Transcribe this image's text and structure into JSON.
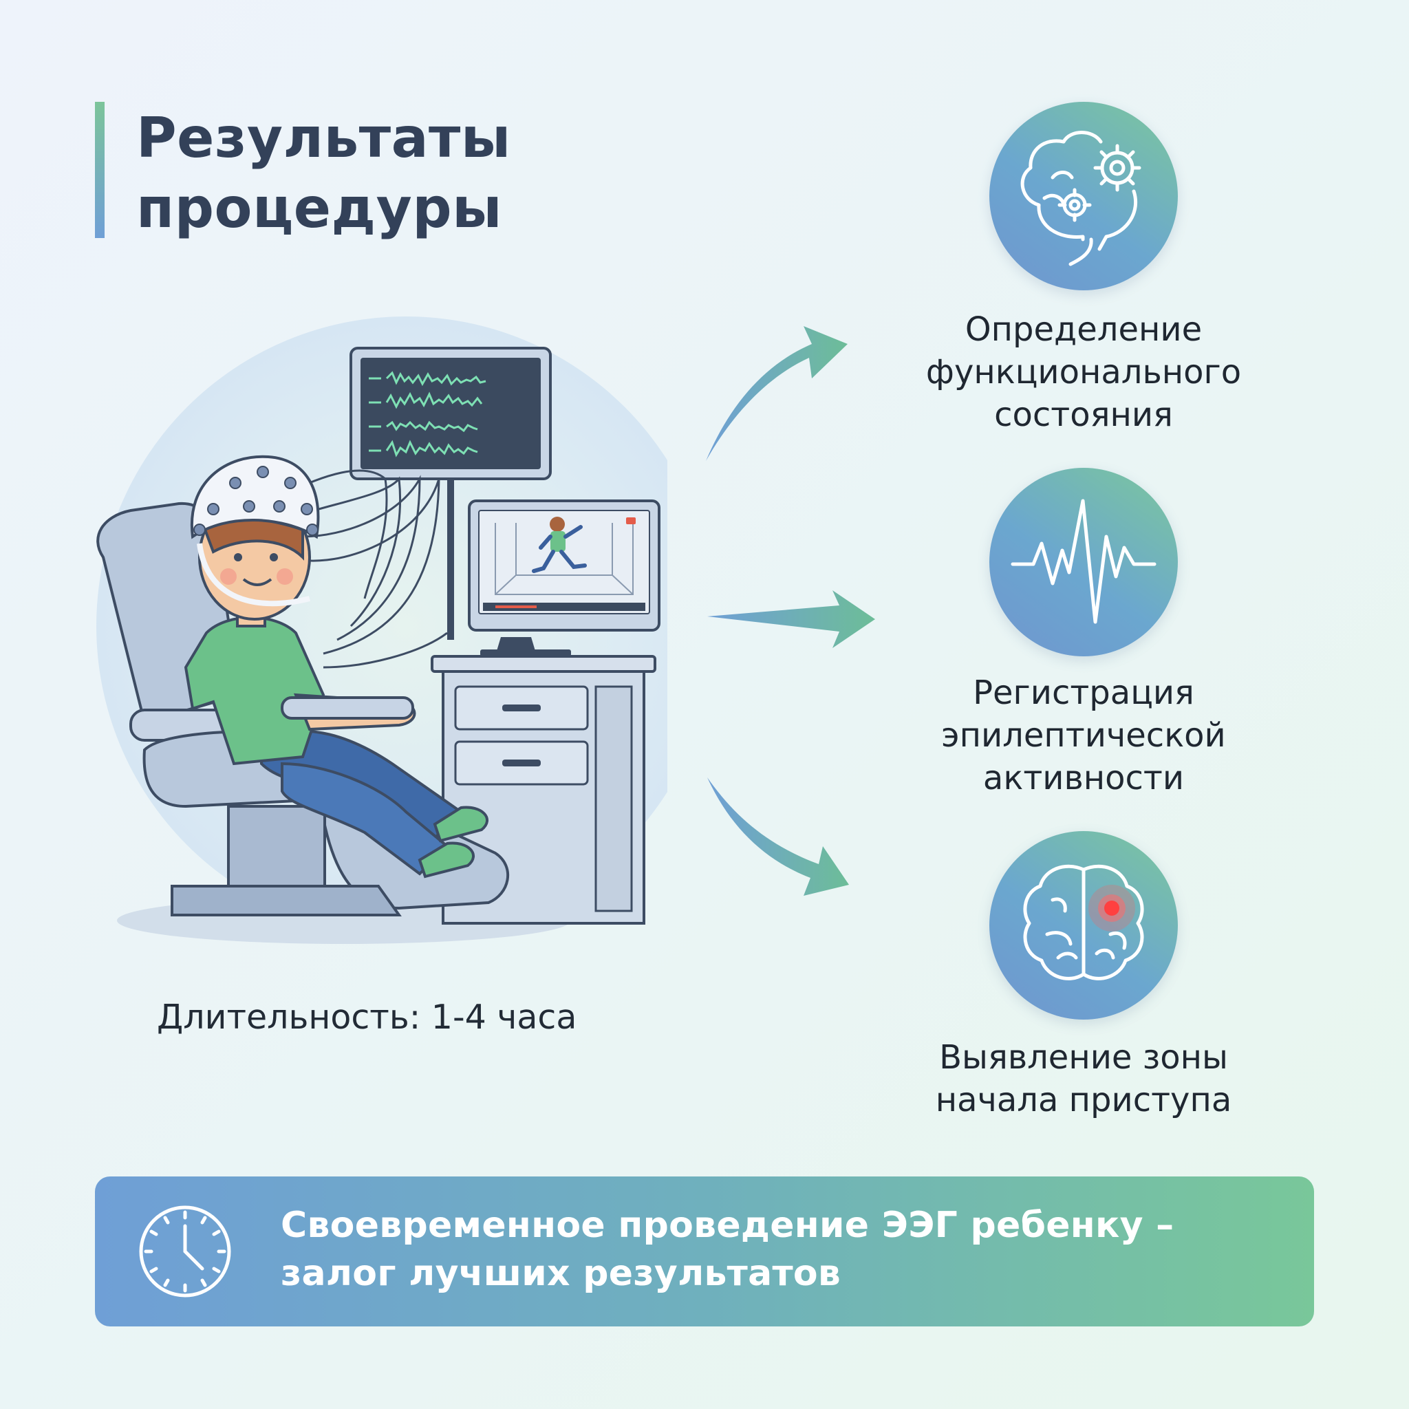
{
  "title": {
    "line1": "Результаты",
    "line2": "процедуры"
  },
  "duration": "Длительность: 1-4 часа",
  "results": [
    {
      "icon": "brain-gears-icon",
      "lines": [
        "Определение",
        "функционального",
        "состояния"
      ]
    },
    {
      "icon": "eeg-wave-icon",
      "lines": [
        "Регистрация",
        "эпилептической",
        "активности"
      ]
    },
    {
      "icon": "brain-focus-icon",
      "lines": [
        "Выявление зоны",
        "начала приступа"
      ]
    }
  ],
  "banner": {
    "icon": "clock-icon",
    "line1": "Своевременное проведение ЭЭГ ребенку –",
    "line2": "залог лучших результатов"
  },
  "colors": {
    "title": "#334159",
    "accent_green": "#7cc49a",
    "accent_blue": "#6f9fd6",
    "alert_red": "#ff4a4a"
  }
}
